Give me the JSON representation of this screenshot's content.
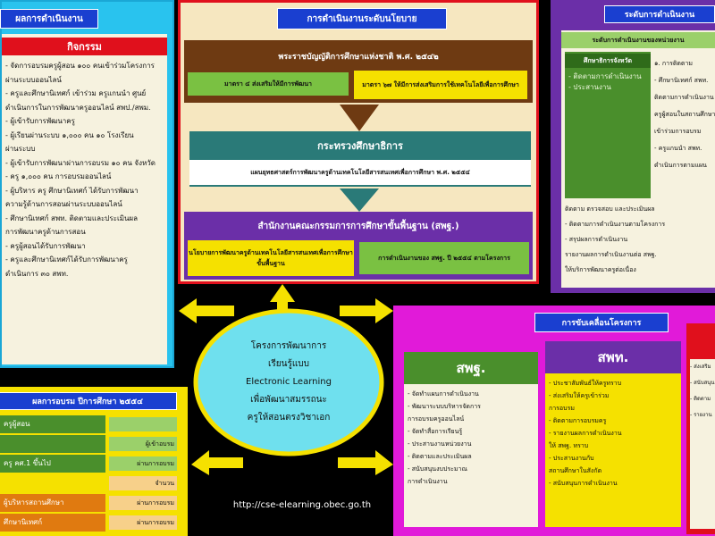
{
  "top_left_panel": {
    "title": "ผลการดำเนินงาน",
    "red_header": "กิจกรรม",
    "lines": [
      "- จัดการอบรมครูผู้สอน ๑๐๐ คนเข้าร่วมโครงการ",
      "ผ่านระบบออนไลน์",
      "- ครูและศึกษานิเทศก์ เข้าร่วม ครูแกนนำ ศูนย์",
      "ดำเนินการในการพัฒนาครูออนไลน์ สพป./สพม.",
      "- ผู้เข้ารับการพัฒนาครู",
      "- ผู้เรียนผ่านระบบ ๑,๐๐๐ คน ๑๐ โรงเรียน",
      "ผ่านระบบ",
      "- ผู้เข้ารับการพัฒนาผ่านการอบรม ๑๐ คน จังหวัด",
      "- ครู ๑,๐๐๐ คน การอบรมออนไลน์",
      "",
      "- ผู้บริหาร ครู ศึกษานิเทศก์ ได้รับการพัฒนา",
      "ความรู้ด้านการสอนผ่านระบบออนไลน์",
      "",
      "- ศึกษานิเทศก์ สพท. ติดตามและประเมินผล",
      "การพัฒนาครูด้านการสอน",
      "- ครูผู้สอนได้รับการพัฒนา",
      "- ครูและศึกษานิเทศก์ได้รับการพัฒนาครู",
      "ดำเนินการ ๓๐ สพท."
    ]
  },
  "bottom_left_panel": {
    "title": "ผลการอบรม ปีการศึกษา ๒๕๕๔",
    "rows": [
      {
        "left": "ครูผู้สอน",
        "right": ""
      },
      {
        "left": "",
        "right": "ผู้เข้าอบรม"
      },
      {
        "left": "ครู คศ.1 ขึ้นไป",
        "right": "ผ่านการอบรม"
      },
      {
        "left": "",
        "right": "จำนวน"
      },
      {
        "left": "ผู้บริหารสถานศึกษา",
        "right": "ผ่านการอบรม"
      },
      {
        "left": "ศึกษานิเทศก์",
        "right": "ผ่านการอบรม"
      }
    ]
  },
  "center_panel": {
    "title": "การดำเนินงานระดับนโยบาย",
    "box1_title": "พระราชบัญญัติการศึกษาแห่งชาติ พ.ศ. ๒๕๔๒",
    "box1_left": "มาตรา ๔ ส่งเสริมให้มีการพัฒนา",
    "box1_right": "มาตรา ๖๗ ให้มีการส่งเสริมการใช้เทคโนโลยีเพื่อการศึกษา",
    "box2_title": "กระทรวงศึกษาธิการ",
    "box2_text": "แผนยุทธศาสตร์การพัฒนาครูด้านเทคโนโลยีสารสนเทศเพื่อการศึกษา พ.ศ. ๒๕๕๔",
    "box3_title": "สำนักงานคณะกรรมการการศึกษาขั้นพื้นฐาน (สพฐ.)",
    "box3_left": "นโยบายการพัฒนาครูด้านเทคโนโลยีสารสนเทศเพื่อการศึกษาขั้นพื้นฐาน",
    "box3_right": "การดำเนินงานของ สพฐ. ปี ๒๕๕๔ ตามโครงการ"
  },
  "top_right_panel": {
    "title": "ระดับการดำเนินงาน",
    "subtitle": "ระดับการดำเนินงานของหน่วยงาน",
    "left_header": "ศึกษาธิการจังหวัด",
    "left_lines": [
      "- ติดตามการดำเนินงาน",
      "- ประสานงาน"
    ],
    "right_lines": [
      "๑. การติดตาม",
      "- ศึกษานิเทศก์ สพท.",
      "ติดตามการดำเนินงาน",
      "ครูผู้สอนในสถานศึกษา",
      "เข้าร่วมการอบรม",
      "- ครูแกนนำ สพท.",
      "ดำเนินการตามแผน"
    ],
    "bottom_lines": [
      "ติดตาม ตรวจสอบ และประเมินผล",
      "- ติดตามการดำเนินงานตามโครงการ",
      "- สรุปผลการดำเนินงาน",
      "รายงานผลการดำเนินงานต่อ สพฐ.",
      "ให้บริการพัฒนาครูต่อเนื่อง"
    ]
  },
  "bottom_right_panel": {
    "title": "การขับเคลื่อนโครงการ",
    "col1_title": "สพฐ.",
    "col1_lines": [
      "- จัดทำแผนการดำเนินงาน",
      "- พัฒนาระบบบริหารจัดการ",
      "การอบรมครูออนไลน์",
      "- จัดทำสื่อการเรียนรู้",
      "- ประสานงานหน่วยงาน",
      "- ติดตามและประเมินผล",
      "- สนับสนุนงบประมาณ",
      "การดำเนินงาน"
    ],
    "col2_title": "สพท.",
    "col2_lines": [
      "- ประชาสัมพันธ์ให้ครูทราบ",
      "- ส่งเสริมให้ครูเข้าร่วม",
      "การอบรม",
      "- ติดตามการอบรมครู",
      "- รายงานผลการดำเนินงาน",
      "ให้ สพฐ. ทราบ",
      "- ประสานงานกับ",
      "สถานศึกษาในสังกัด",
      "- สนับสนุนการดำเนินงาน"
    ],
    "col3_title": "",
    "col3_lines": [
      "- ส่งเสริม",
      "- สนับสนุน",
      "- ติดตาม",
      "- รายงาน"
    ]
  },
  "center_oval": {
    "lines": [
      "โครงการพัฒนาการ",
      "เรียนรู้แบบ",
      "Electronic  Learning",
      "เพื่อพัฒนาสมรรถนะ",
      "ครูให้สอนตรงวิชาเอก"
    ]
  },
  "url": "http://cse-elearning.obec.go.th",
  "colors": {
    "background": "#000000",
    "panel_cream": "#f6f2df",
    "yellow": "#f5e100",
    "cyan": "#29c3ee",
    "purple": "#6b2fa8",
    "magenta": "#e11ad9",
    "red": "#e0101c",
    "teal": "#2a7a78",
    "brown": "#6e3a12",
    "green": "#4a8f2c",
    "oval": "#6fe0ee"
  }
}
